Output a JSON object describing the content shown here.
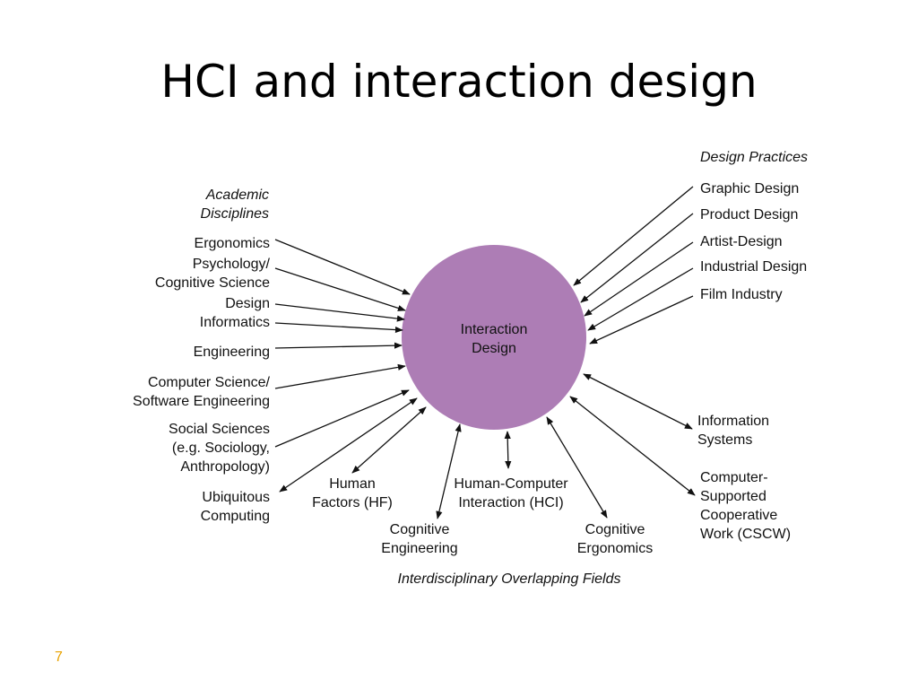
{
  "slide": {
    "title": "HCI and interaction design",
    "page_number": "7"
  },
  "diagram": {
    "center": [
      "Interaction",
      "Design"
    ],
    "headings": {
      "academic": [
        "Academic",
        "Disciplines"
      ],
      "design_practices": [
        "Design Practices"
      ],
      "overlapping": [
        "Interdisciplinary Overlapping Fields"
      ]
    },
    "academic_disciplines": [
      [
        "Ergonomics"
      ],
      [
        "Psychology/",
        "Cognitive Science"
      ],
      [
        "Design"
      ],
      [
        "Informatics"
      ],
      [
        "Engineering"
      ],
      [
        "Computer Science/",
        "Software Engineering"
      ],
      [
        "Social Sciences",
        "(e.g. Sociology,",
        "Anthropology)"
      ]
    ],
    "design_practices": [
      [
        "Graphic Design"
      ],
      [
        "Product Design"
      ],
      [
        "Artist-Design"
      ],
      [
        "Industrial Design"
      ],
      [
        "Film Industry"
      ]
    ],
    "overlapping_fields": [
      [
        "Ubiquitous",
        "Computing"
      ],
      [
        "Human",
        "Factors (HF)"
      ],
      [
        "Cognitive",
        "Engineering"
      ],
      [
        "Human-Computer",
        "Interaction (HCI)"
      ],
      [
        "Cognitive",
        "Ergonomics"
      ],
      [
        "Information",
        "Systems"
      ],
      [
        "Computer-",
        "Supported",
        "Cooperative",
        "Work (CSCW)"
      ]
    ],
    "colors": {
      "circle": "#ad7db5",
      "arrow": "#111111",
      "page_number": "#e8a200"
    }
  }
}
